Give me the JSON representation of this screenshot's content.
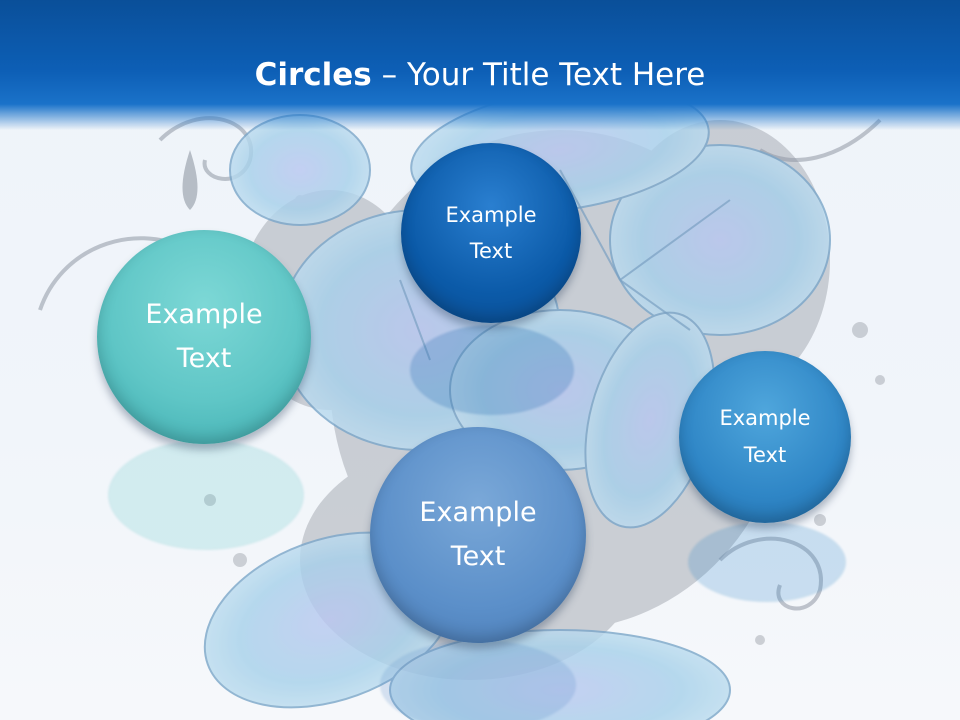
{
  "slide": {
    "title_bold": "Circles",
    "title_rest": " – Your Title Text Here"
  },
  "circles": [
    {
      "label_line1": "Example",
      "label_line2": "Text",
      "color": "#5fc6c6"
    },
    {
      "label_line1": "Example",
      "label_line2": "Text",
      "color": "#0b5aa8"
    },
    {
      "label_line1": "Example",
      "label_line2": "Text",
      "color": "#5b8fc9"
    },
    {
      "label_line1": "Example",
      "label_line2": "Text",
      "color": "#2f86c6"
    }
  ],
  "colors": {
    "header": "#0d5fb6",
    "title_text": "#ffffff",
    "background": "#eef3f9",
    "petal": "#a9c9e6",
    "splatter": "#a7adb5"
  }
}
